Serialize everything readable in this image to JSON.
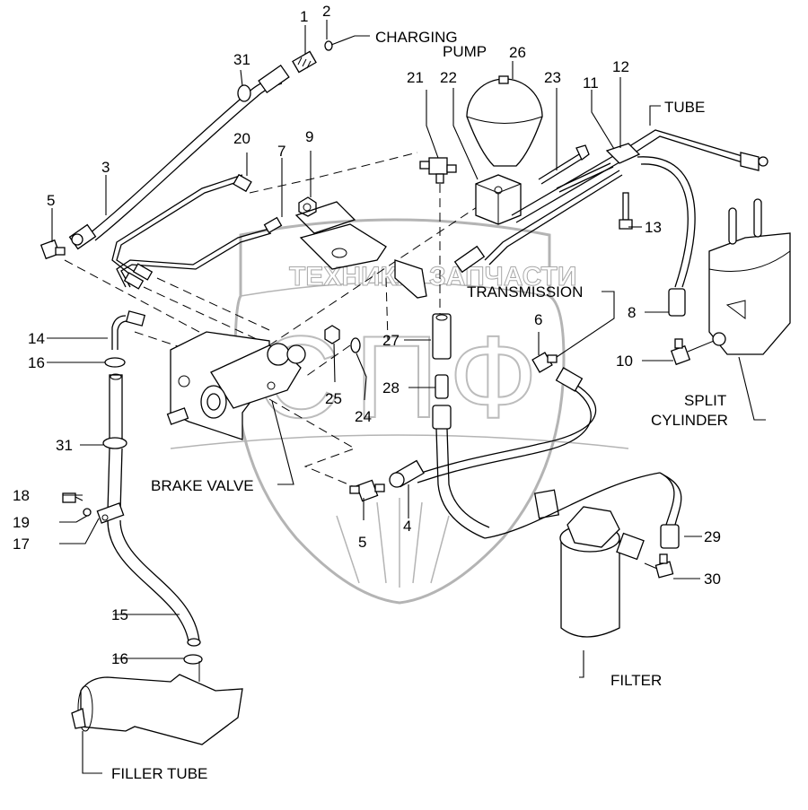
{
  "diagram": {
    "title": "Brake hydraulic lines exploded parts diagram",
    "watermark": {
      "left_text": "ТЕХНИКА",
      "right_text": "ЗАПЧАСТИ",
      "logo_letters": [
        "С",
        "П",
        "Ф"
      ]
    },
    "labels": {
      "charging_pump_line1": "CHARGING",
      "charging_pump_line2": "PUMP",
      "tube": "TUBE",
      "transmission": "TRANSMISSION",
      "split_cylinder_line1": "SPLIT",
      "split_cylinder_line2": "CYLINDER",
      "brake_valve": "BRAKE VALVE",
      "filter": "FILTER",
      "filler_tube": "FILLER TUBE"
    },
    "callouts": [
      {
        "id": "c1",
        "number": "1",
        "part": "fitting"
      },
      {
        "id": "c2",
        "number": "2",
        "part": "o-ring"
      },
      {
        "id": "c3",
        "number": "3",
        "part": "hose"
      },
      {
        "id": "c4",
        "number": "4",
        "part": "hose"
      },
      {
        "id": "c5a",
        "number": "5",
        "part": "elbow-fitting"
      },
      {
        "id": "c5b",
        "number": "5",
        "part": "elbow-fitting"
      },
      {
        "id": "c6",
        "number": "6",
        "part": "elbow-fitting"
      },
      {
        "id": "c7",
        "number": "7",
        "part": "tube"
      },
      {
        "id": "c8",
        "number": "8",
        "part": "hose"
      },
      {
        "id": "c9",
        "number": "9",
        "part": "nut"
      },
      {
        "id": "c10",
        "number": "10",
        "part": "elbow-fitting"
      },
      {
        "id": "c11",
        "number": "11",
        "part": "tube"
      },
      {
        "id": "c12",
        "number": "12",
        "part": "clamp"
      },
      {
        "id": "c13",
        "number": "13",
        "part": "bolt"
      },
      {
        "id": "c14",
        "number": "14",
        "part": "hose"
      },
      {
        "id": "c15",
        "number": "15",
        "part": "hose"
      },
      {
        "id": "c16a",
        "number": "16",
        "part": "hose-clamp"
      },
      {
        "id": "c16b",
        "number": "16",
        "part": "hose-clamp"
      },
      {
        "id": "c17",
        "number": "17",
        "part": "bracket"
      },
      {
        "id": "c18",
        "number": "18",
        "part": "bolt"
      },
      {
        "id": "c19",
        "number": "19",
        "part": "washer"
      },
      {
        "id": "c20",
        "number": "20",
        "part": "fitting"
      },
      {
        "id": "c21",
        "number": "21",
        "part": "tee-fitting"
      },
      {
        "id": "c22",
        "number": "22",
        "part": "block"
      },
      {
        "id": "c23",
        "number": "23",
        "part": "bolt"
      },
      {
        "id": "c24",
        "number": "24",
        "part": "washer"
      },
      {
        "id": "c25",
        "number": "25",
        "part": "nut"
      },
      {
        "id": "c26",
        "number": "26",
        "part": "accumulator"
      },
      {
        "id": "c27",
        "number": "27",
        "part": "adapter"
      },
      {
        "id": "c28",
        "number": "28",
        "part": "fitting"
      },
      {
        "id": "c29",
        "number": "29",
        "part": "hose"
      },
      {
        "id": "c30",
        "number": "30",
        "part": "elbow-fitting"
      },
      {
        "id": "c31a",
        "number": "31",
        "part": "clip"
      },
      {
        "id": "c31b",
        "number": "31",
        "part": "clip"
      }
    ]
  }
}
